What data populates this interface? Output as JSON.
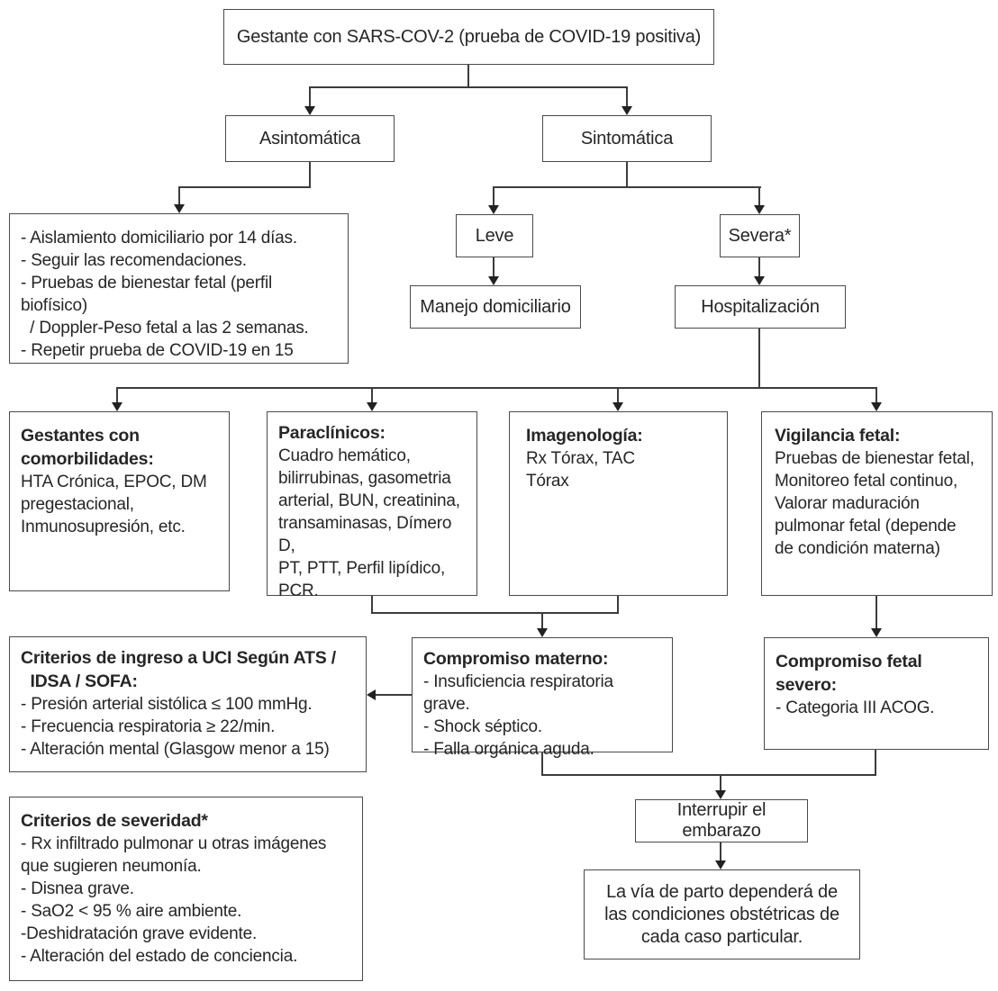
{
  "colors": {
    "border": "#4a4a4a",
    "text": "#262626",
    "line": "#3c3c3c",
    "background": "#ffffff"
  },
  "nodes": {
    "root": {
      "label": "Gestante con SARS-COV-2 (prueba de COVID-19 positiva)"
    },
    "asintomatica": {
      "label": "Asintomática"
    },
    "sintomatica": {
      "label": "Sintomática"
    },
    "aislamiento": {
      "lines": [
        "- Aislamiento domiciliario por 14 días.",
        "- Seguir las recomendaciones.",
        "- Pruebas de bienestar fetal (perfil biofísico)",
        "  / Doppler-Peso fetal a las 2 semanas.",
        "- Repetir prueba de COVID-19 en 15"
      ]
    },
    "leve": {
      "label": "Leve"
    },
    "severa": {
      "label": "Severa*"
    },
    "manejo": {
      "label": "Manejo domiciliario"
    },
    "hospitalizacion": {
      "label": "Hospitalización"
    },
    "gestantes": {
      "title_lines": [
        "Gestantes con",
        "comorbilidades:"
      ],
      "lines": [
        "HTA Crónica, EPOC, DM",
        "pregestacional,",
        "Inmunosupresión, etc."
      ]
    },
    "paraclinicos": {
      "title_lines": [
        "Paraclínicos:"
      ],
      "lines": [
        "Cuadro hemático,",
        "bilirrubinas, gasometria",
        "arterial, BUN, creatinina,",
        "transaminasas, Dímero D,",
        "PT, PTT, Perfil lipídico,",
        "PCR."
      ]
    },
    "imagenologia": {
      "title_lines": [
        "Imagenología:"
      ],
      "lines": [
        "Rx Tórax, TAC",
        "Tórax"
      ]
    },
    "vigilancia": {
      "title_lines": [
        "Vigilancia fetal:"
      ],
      "lines": [
        "Pruebas de bienestar fetal,",
        "Monitoreo fetal continuo,",
        "Valorar maduración",
        "pulmonar fetal (depende",
        "de condición materna)"
      ]
    },
    "uci": {
      "title_lines": [
        "Criterios de ingreso a UCI Según ATS /",
        "  IDSA / SOFA:"
      ],
      "lines": [
        "- Presión arterial sistólica ≤ 100 mmHg.",
        "- Frecuencia respiratoria ≥ 22/min.",
        "- Alteración mental (Glasgow menor a 15)"
      ]
    },
    "materno": {
      "title_lines": [
        "Compromiso materno:"
      ],
      "lines": [
        "- Insuficiencia respiratoria grave.",
        "- Shock séptico.",
        "- Falla orgánica aguda."
      ]
    },
    "fetal": {
      "title_lines": [
        "Compromiso fetal severo:"
      ],
      "lines": [
        "- Categoria III ACOG."
      ]
    },
    "severidad": {
      "title_lines": [
        "Criterios de severidad*"
      ],
      "lines": [
        "- Rx infiltrado pulmonar u otras imágenes",
        "que sugieren neumonía.",
        "- Disnea grave.",
        "- SaO2 < 95 % aire ambiente.",
        "-Deshidratación grave evidente.",
        "- Alteración del estado de conciencia."
      ]
    },
    "interrupir": {
      "label": "Interrupir el embarazo"
    },
    "via_parto": {
      "lines": [
        "La vía de parto dependerá de",
        "las condiciones obstétricas de",
        "cada caso particular."
      ]
    }
  }
}
